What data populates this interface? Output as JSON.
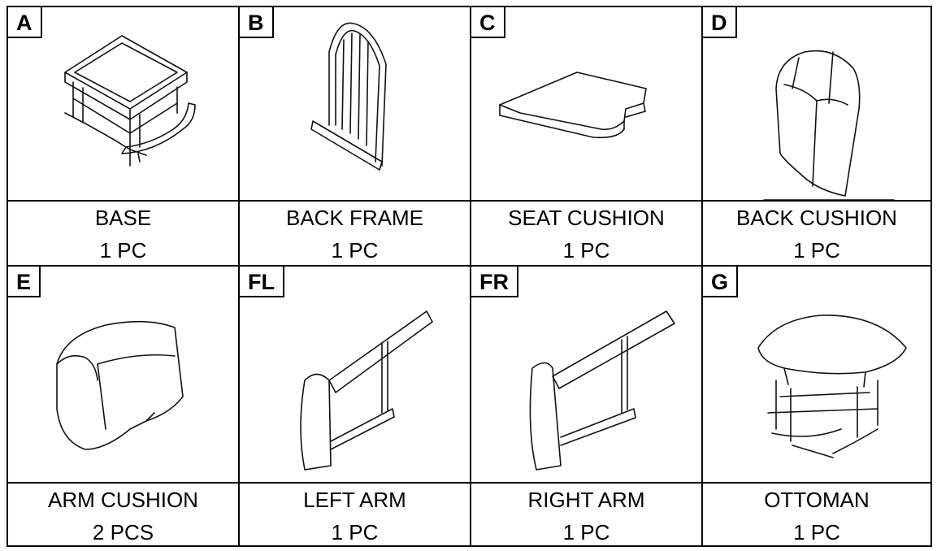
{
  "parts": [
    {
      "letter": "A",
      "name": "BASE",
      "qty": "1 PC",
      "icon": "glider-base-icon"
    },
    {
      "letter": "B",
      "name": "BACK FRAME",
      "qty": "1 PC",
      "icon": "back-frame-icon"
    },
    {
      "letter": "C",
      "name": "SEAT CUSHION",
      "qty": "1 PC",
      "icon": "seat-cushion-icon"
    },
    {
      "letter": "D",
      "name": "BACK CUSHION",
      "qty": "1 PC",
      "icon": "back-cushion-icon"
    },
    {
      "letter": "E",
      "name": "ARM CUSHION",
      "qty": "2 PCS",
      "icon": "arm-cushion-icon"
    },
    {
      "letter": "FL",
      "name": "LEFT ARM",
      "qty": "1 PC",
      "icon": "left-arm-icon"
    },
    {
      "letter": "FR",
      "name": "RIGHT ARM",
      "qty": "1 PC",
      "icon": "right-arm-icon"
    },
    {
      "letter": "G",
      "name": "OTTOMAN",
      "qty": "1 PC",
      "icon": "ottoman-icon"
    }
  ]
}
